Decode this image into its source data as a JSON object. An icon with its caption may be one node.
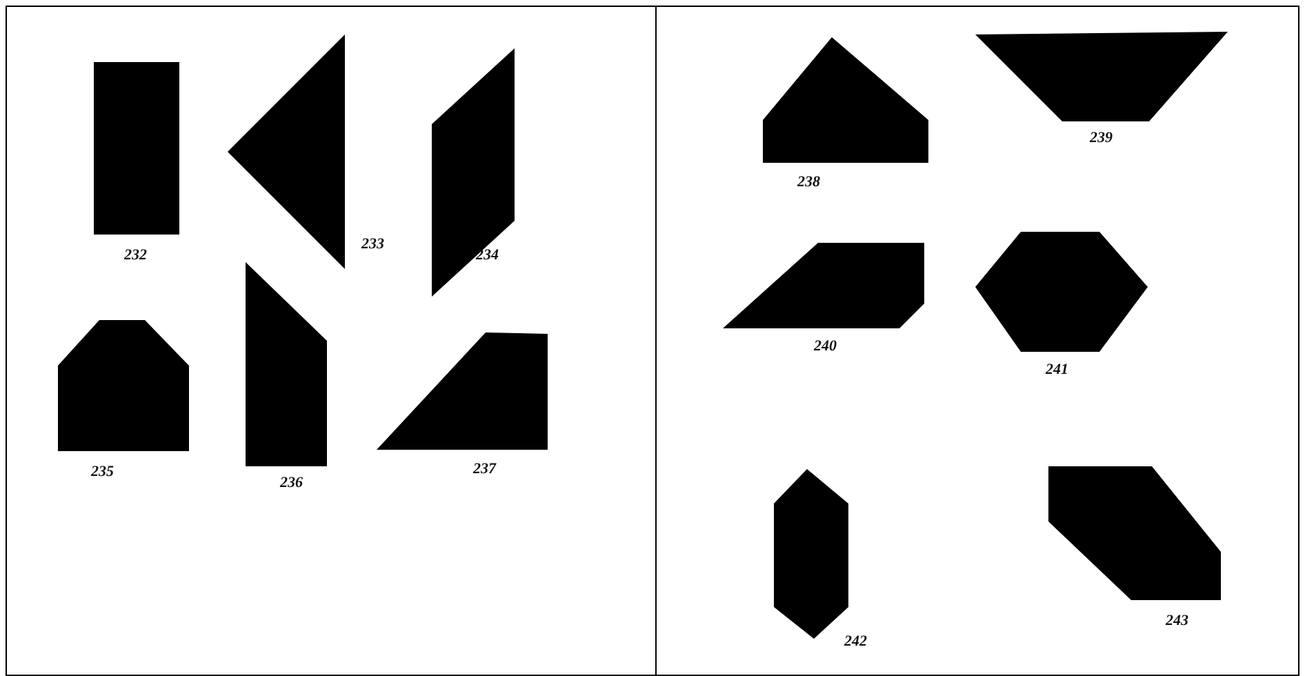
{
  "diagram": {
    "nodes": [
      {
        "text": [],
        "shape": "rectangle",
        "beside": [
          "232"
        ]
      },
      {
        "text": [],
        "shape": "triangle",
        "beside": [
          "233"
        ]
      },
      {
        "text": [],
        "shape": "parallelogram",
        "beside": [
          "234"
        ]
      },
      {
        "text": [],
        "shape": "pentagon",
        "beside": [
          "235"
        ]
      },
      {
        "text": [],
        "shape": "trapezoid",
        "beside": [
          "236"
        ]
      },
      {
        "text": [],
        "shape": "trapezoid",
        "beside": [
          "237"
        ]
      },
      {
        "text": [],
        "shape": "pentagon",
        "beside": [
          "238"
        ]
      },
      {
        "text": [],
        "shape": "trapezoid",
        "beside": [
          "239"
        ]
      },
      {
        "text": [],
        "shape": "trapezoid",
        "beside": [
          "240"
        ]
      },
      {
        "text": [],
        "shape": "hexagon",
        "beside": [
          "241"
        ]
      },
      {
        "text": [],
        "shape": "hexagon",
        "beside": [
          "242"
        ]
      },
      {
        "text": [],
        "shape": "hexagon",
        "beside": [
          "243"
        ]
      }
    ]
  }
}
